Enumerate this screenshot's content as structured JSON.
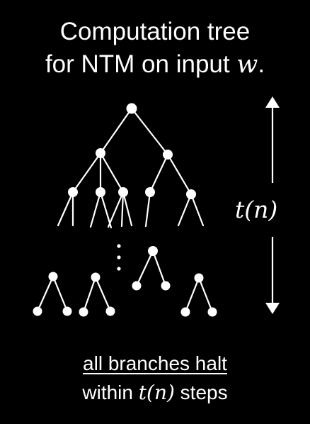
{
  "title": {
    "line1": "Computation tree",
    "line2_text": "for NTM on input ",
    "line2_var": "w",
    "line2_end": "."
  },
  "height_label": "t(n)",
  "ellipsis": "⋮",
  "caption": {
    "line1": "all branches halt",
    "line2_prefix": "within ",
    "line2_var": "t(n)",
    "line2_suffix": " steps"
  },
  "colors": {
    "background": "#000000",
    "foreground": "#ffffff"
  }
}
